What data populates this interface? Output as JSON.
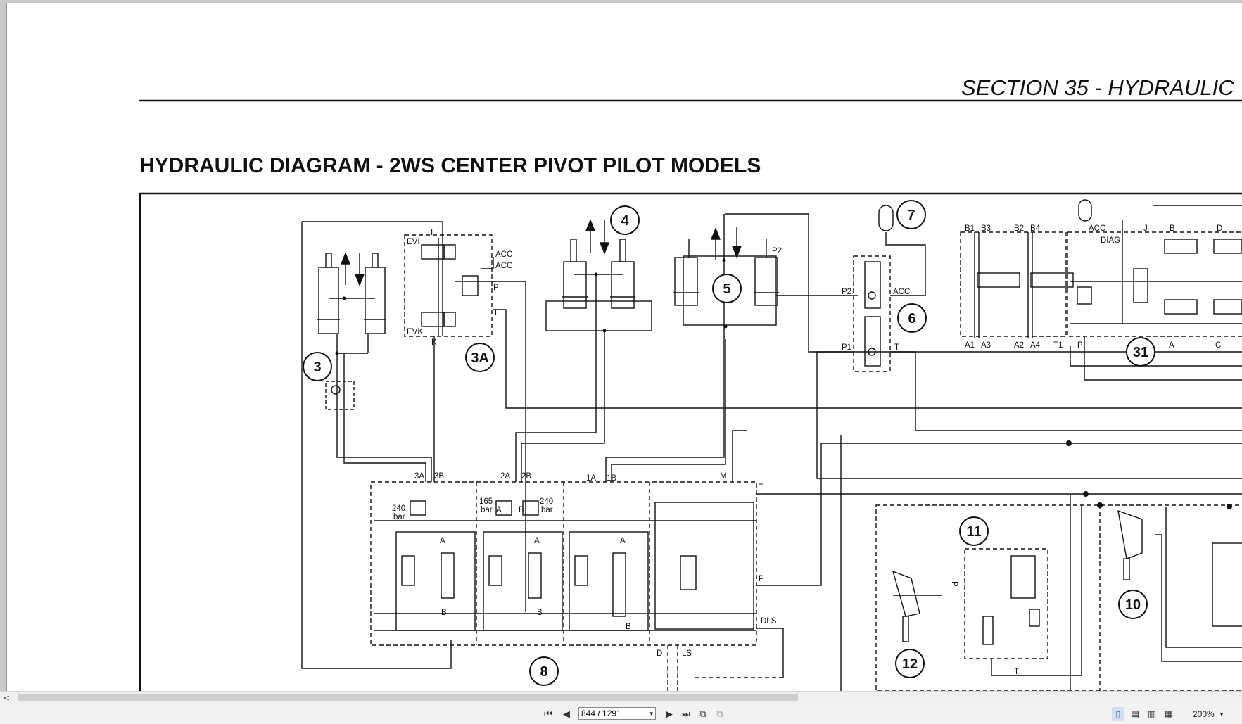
{
  "document": {
    "section_header": "SECTION 35 - HYDRAULIC",
    "title": "HYDRAULIC DIAGRAM - 2WS CENTER PIVOT PILOT MODELS"
  },
  "diagram": {
    "component_ids": [
      "3",
      "3A",
      "4",
      "5",
      "6",
      "7",
      "8",
      "10",
      "11",
      "12",
      "31"
    ],
    "valve_3a_labels": [
      "EVI",
      "I",
      "ACC",
      "ACC",
      "P",
      "T",
      "EVK",
      "K"
    ],
    "valve_6_labels": [
      "P2",
      "ACC",
      "P1",
      "T"
    ],
    "cylinder_5_label": "P2",
    "block_31_top": [
      "B1",
      "B3",
      "B2",
      "B4",
      "ACC",
      "DIAG",
      "J",
      "B",
      "D"
    ],
    "block_31_bottom": [
      "A1",
      "A3",
      "A2",
      "A4",
      "T1",
      "P",
      "A",
      "C"
    ],
    "block_8_ports": [
      "3A",
      "3B",
      "2A",
      "2B",
      "1A",
      "1B",
      "M",
      "T",
      "P",
      "DLS",
      "D",
      "LS"
    ],
    "block_8_valve_labels": [
      "A",
      "B",
      "A",
      "B",
      "A",
      "B",
      "A",
      "B"
    ],
    "relief_settings": [
      "240",
      "bar",
      "165",
      "bar",
      "240",
      "bar"
    ],
    "block_11_labels": [
      "P",
      "T"
    ]
  },
  "viewer": {
    "page_current": "844 / 1291",
    "zoom": "200%",
    "scroll_left_glyph": "<"
  },
  "colors": {
    "ink": "#111111",
    "page": "#ffffff",
    "chrome": "#f2f2f2",
    "scrollbar": "#cfcfcf"
  }
}
